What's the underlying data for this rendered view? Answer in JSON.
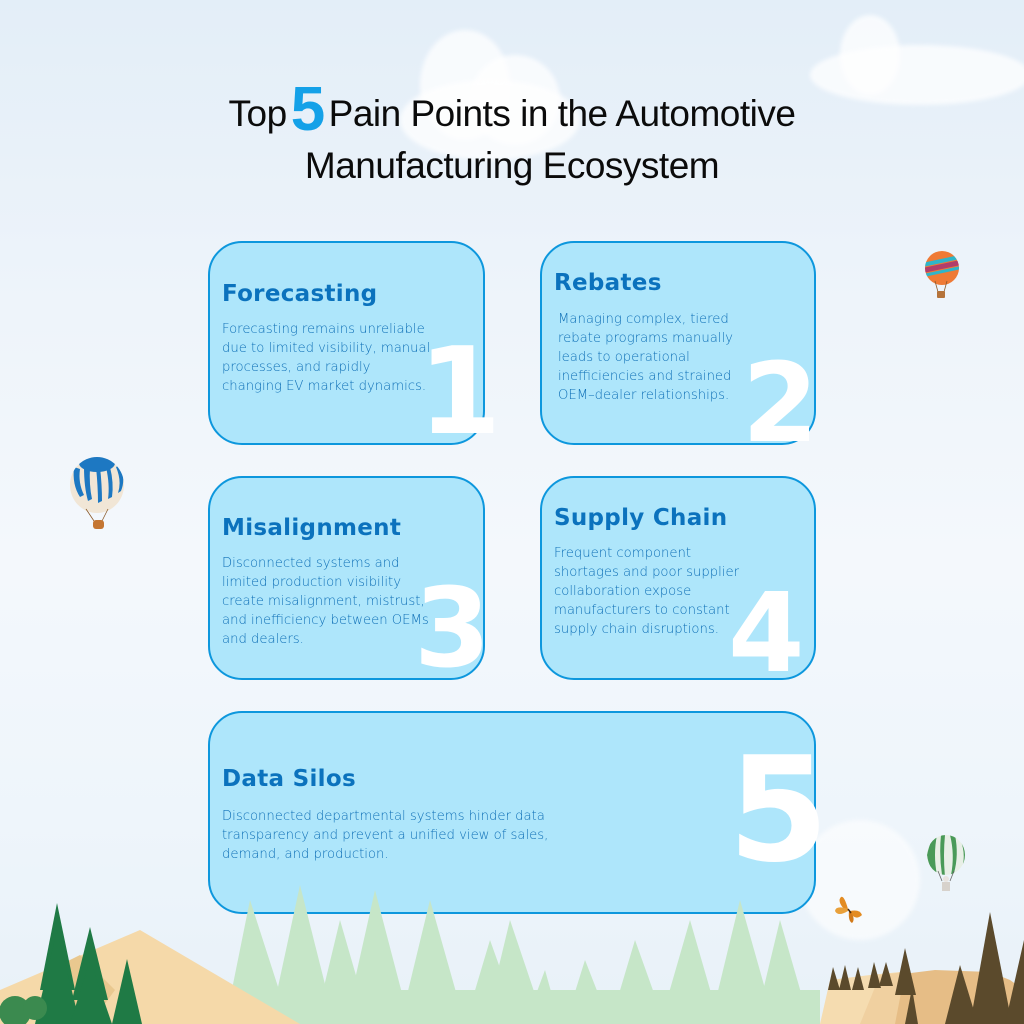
{
  "title": {
    "prefix": "Top",
    "number": "5",
    "line1_rest": "Pain Points in the Automotive",
    "line2": "Manufacturing Ecosystem"
  },
  "colors": {
    "accent": "#14a1e8",
    "card_fill": "#aee6fb",
    "card_border": "#0d97dd",
    "card_title": "#0b72bd",
    "card_text": "#1070b7"
  },
  "cards": [
    {
      "number": "1",
      "title": "Forecasting",
      "description": "Forecasting remains unreliable due to limited visibility, manual processes, and rapidly changing EV market dynamics."
    },
    {
      "number": "2",
      "title": "Rebates",
      "description": "Managing complex, tiered rebate programs manually leads to operational inefficiencies and strained OEM–dealer relationships."
    },
    {
      "number": "3",
      "title": "Misalignment",
      "description": "Disconnected systems and limited production visibility create misalignment, mistrust, and inefficiency between OEMs and dealers."
    },
    {
      "number": "4",
      "title": "Supply Chain",
      "description": "Frequent component shortages and poor supplier collaboration expose manufacturers to constant supply chain disruptions."
    },
    {
      "number": "5",
      "title": "Data Silos",
      "description": "Disconnected departmental systems hinder data transparency and prevent a unified view of sales, demand, and production."
    }
  ],
  "decorations": {
    "balloons": [
      "orange-striped-balloon-icon",
      "blue-white-balloon-icon",
      "green-white-balloon-icon"
    ],
    "butterfly": "butterfly-icon",
    "trees": "pine-trees",
    "mountains": "sand-mountains"
  }
}
